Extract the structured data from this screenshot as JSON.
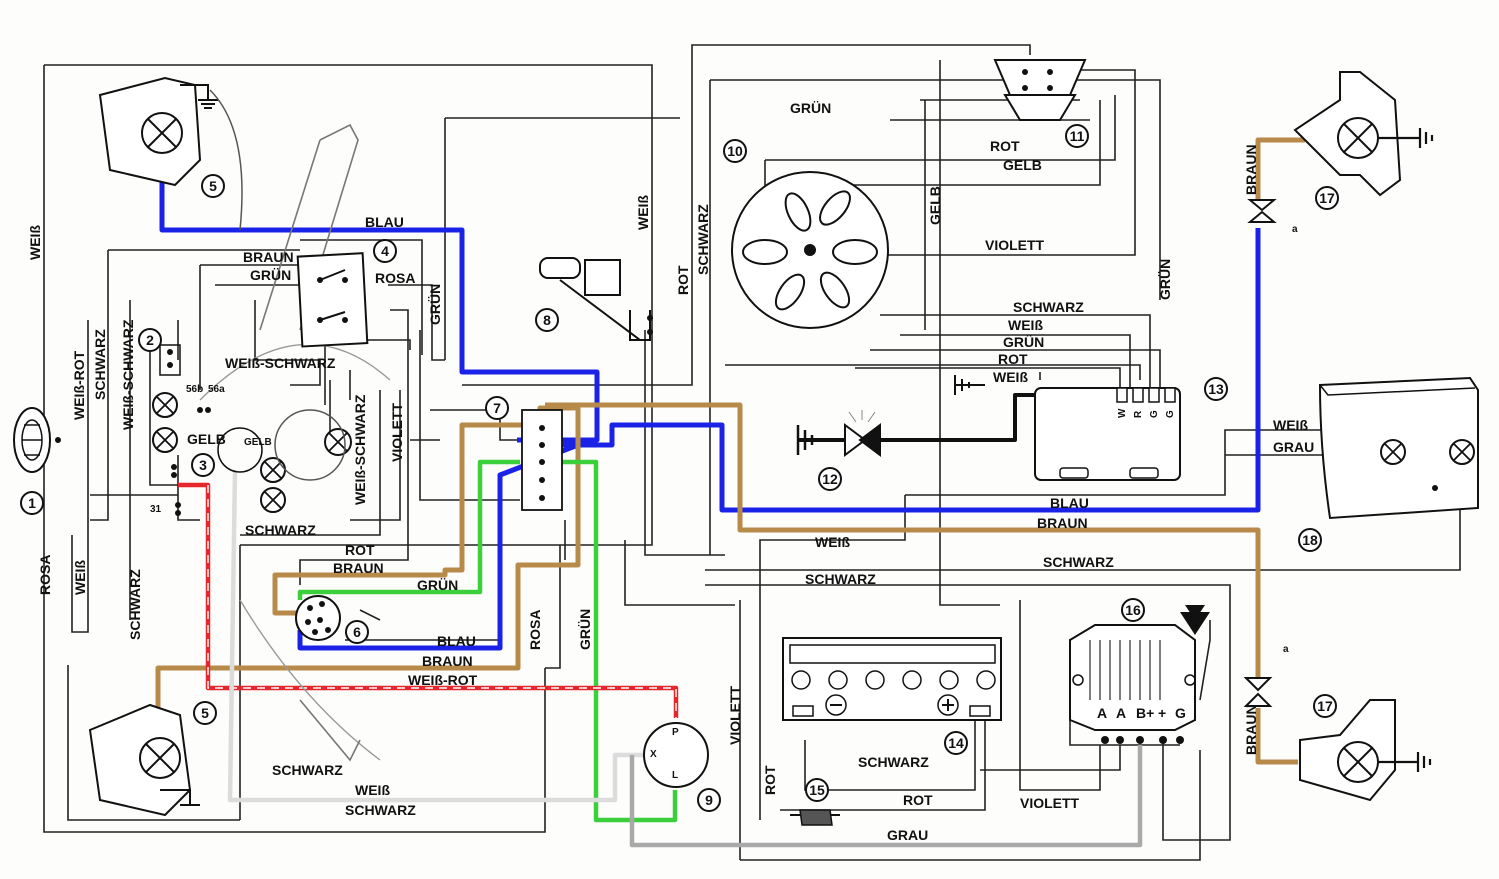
{
  "components": [
    {
      "id": "c1",
      "number": "1"
    },
    {
      "id": "c2",
      "number": "2"
    },
    {
      "id": "c3",
      "number": "3"
    },
    {
      "id": "c4",
      "number": "4"
    },
    {
      "id": "c5a",
      "number": "5"
    },
    {
      "id": "c5b",
      "number": "5"
    },
    {
      "id": "c6",
      "number": "6"
    },
    {
      "id": "c7",
      "number": "7"
    },
    {
      "id": "c8",
      "number": "8"
    },
    {
      "id": "c9",
      "number": "9"
    },
    {
      "id": "c10",
      "number": "10"
    },
    {
      "id": "c11",
      "number": "11"
    },
    {
      "id": "c12",
      "number": "12"
    },
    {
      "id": "c13",
      "number": "13"
    },
    {
      "id": "c14",
      "number": "14"
    },
    {
      "id": "c15",
      "number": "15"
    },
    {
      "id": "c16",
      "number": "16"
    },
    {
      "id": "c17a",
      "number": "17"
    },
    {
      "id": "c17b",
      "number": "17"
    },
    {
      "id": "c18",
      "number": "18"
    }
  ],
  "wire_labels": {
    "weiss_left": "WEIß",
    "rosa_left": "ROSA",
    "weiss_left2": "WEIß",
    "weiss_rot_left": "WEIß-ROT",
    "schwarz_left": "SCHWARZ",
    "weiss_schwarz_left": "WEIß-SCHWARZ",
    "schwarz_left2": "SCHWARZ",
    "blau_top": "BLAU",
    "braun_top": "BRAUN",
    "gruen_top": "GRÜN",
    "rosa_c4": "ROSA",
    "gruen_c4": "GRÜN",
    "weiss_schwarz_mid": "WEIß-SCHWARZ",
    "gelb_mid": "GELB",
    "weiss_schwarz_vert": "WEIß-SCHWARZ",
    "violett_mid": "VIOLETT",
    "schwarz_mid": "SCHWARZ",
    "rot_mid": "ROT",
    "braun_mid": "BRAUN",
    "gruen_mid": "GRÜN",
    "blau_bottom": "BLAU",
    "braun_bottom": "BRAUN",
    "weiss_rot_bottom": "WEIß-ROT",
    "rosa_vert": "ROSA",
    "gruen_vert": "GRÜN",
    "schwarz_bottom": "SCHWARZ",
    "weiss_bottom": "WEIß",
    "schwarz_bottom2": "SCHWARZ",
    "weiss_vert_top": "WEIß",
    "rot_vert": "ROT",
    "schwarz_vert": "SCHWARZ",
    "gruen_stator": "GRÜN",
    "rot_stator": "ROT",
    "gelb_stator": "GELB",
    "gelb_vert": "GELB",
    "violett_stator": "VIOLETT",
    "gruen_vert2": "GRÜN",
    "schwarz_reg": "SCHWARZ",
    "weiss_reg": "WEIß",
    "gruen_reg": "GRÜN",
    "rot_reg": "ROT",
    "weiss_reg2": "WEIß",
    "weiss_right": "WEIß",
    "grau_right": "GRAU",
    "blau_right": "BLAU",
    "braun_right": "BRAUN",
    "weiss_mid": "WEIß",
    "schwarz_right": "SCHWARZ",
    "schwarz_mid2": "SCHWARZ",
    "braun_vert_top": "BRAUN",
    "braun_vert_bottom": "BRAUN",
    "violett_bottom": "VIOLETT",
    "rot_bottom": "ROT",
    "schwarz_batt": "SCHWARZ",
    "rot_batt": "ROT",
    "violett_batt": "VIOLETT",
    "grau_bottom": "GRAU"
  },
  "pin_labels": {
    "c13_w": "W",
    "c13_r": "R",
    "c13_g1": "G",
    "c13_g2": "G",
    "c16_a1": "A",
    "c16_a2": "A",
    "c16_bplus": "B+",
    "c16_plus": "+",
    "c16_g": "G",
    "c9_p": "P",
    "c9_x": "X",
    "c9_l": "L",
    "c3_56b": "56b",
    "c3_56a": "56a",
    "c3_31": "31",
    "c6_gelb": "GELB",
    "c17_a_top": "a",
    "c17_a_bottom": "a"
  },
  "colors": {
    "blau": "#1b22e8",
    "braun": "#b88a4a",
    "gruen": "#3ccf3c",
    "rot": "#e5262a",
    "grau": "#a9a9a9",
    "weiss": "#dcdcdc",
    "schwarz": "#111111"
  }
}
